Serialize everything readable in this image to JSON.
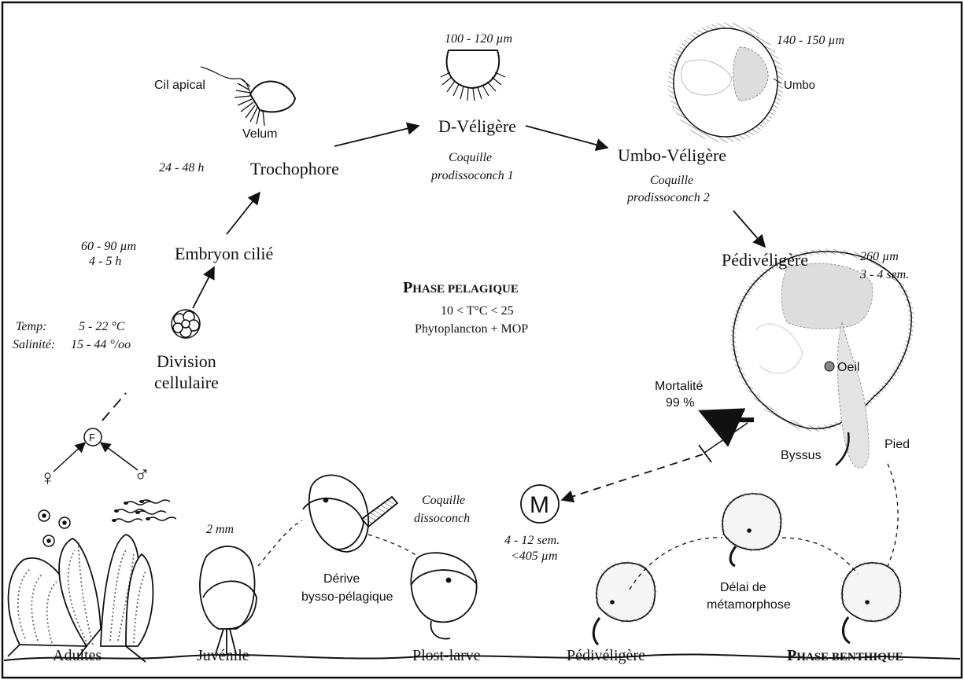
{
  "labels": {
    "cil_apical": "Cil apical",
    "velum": "Velum",
    "trochophore": "Trochophore",
    "troch_time": "24 - 48 h",
    "d_size": "100 - 120 µm",
    "d_veligere": "D-Véligère",
    "d_coq1": "Coquille",
    "d_coq2": "prodissoconch 1",
    "u_size": "140 - 150 µm",
    "umbo": "Umbo",
    "u_veligere": "Umbo-Véligère",
    "u_coq1": "Coquille",
    "u_coq2": "prodissoconch 2",
    "pedi_title": "Pédivéligère",
    "pedi_size": "260  µm",
    "pedi_time": "3 - 4 sem.",
    "oeil": "Oeil",
    "byssus": "Byssus",
    "pied": "Pied",
    "mortalite": "Mortalité",
    "mort_pct": "99 %",
    "emb_size": "60 - 90 µm",
    "emb_time": "4 - 5 h",
    "embryon": "Embryon cilié",
    "temp_label": "Temp:",
    "temp_val": "5 - 22 °C",
    "sal_label": "Salinité:",
    "sal_val": "15 - 44 °/oo",
    "division1": "Division",
    "division2": "cellulaire",
    "f_symbol": "F",
    "female_sym": "♀",
    "male_sym": "♂",
    "phase_pel_first": "P",
    "phase_pel_rest": "HASE PELAGIQUE",
    "pel_temp": "10 < T°C < 25",
    "pel_food": "Phytoplancton + MOP",
    "m_symbol": "M",
    "m_time": "4 - 12 sem.",
    "m_size": "<405  µm",
    "juv_size": "2 mm",
    "derive1": "Dérive",
    "derive2": "bysso-pélagique",
    "coq_d1": "Coquille",
    "coq_d2": "dissoconch",
    "delai1": "Délai de",
    "delai2": "métamorphose",
    "adultes": "Adultes",
    "juvenile": "Juvénile",
    "postlarve": "Plost-larve",
    "pedi_bottom": "Pédivéligère",
    "phase_ben_first": "P",
    "phase_ben_rest": "HASE BENTHIQUE"
  }
}
